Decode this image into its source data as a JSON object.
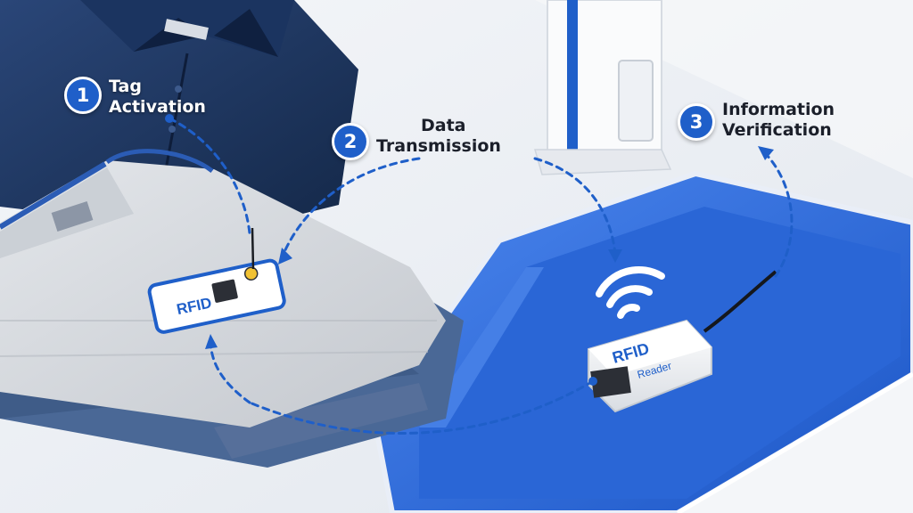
{
  "steps": [
    {
      "number": "1",
      "line1": "Tag",
      "line2": "Activation"
    },
    {
      "number": "2",
      "line1": "Data",
      "line2": "Transmission"
    },
    {
      "number": "3",
      "line1": "Information",
      "line2": "Verification"
    }
  ],
  "tag": {
    "text": "RFID"
  },
  "reader": {
    "line1": "RFID",
    "line2": "Reader"
  },
  "colors": {
    "accent": "#1f5fc9",
    "shirt": "#1d3563",
    "tshirt": "#d6d9dd",
    "jeans": "#4a6896",
    "tray": "#2f6fe0"
  }
}
